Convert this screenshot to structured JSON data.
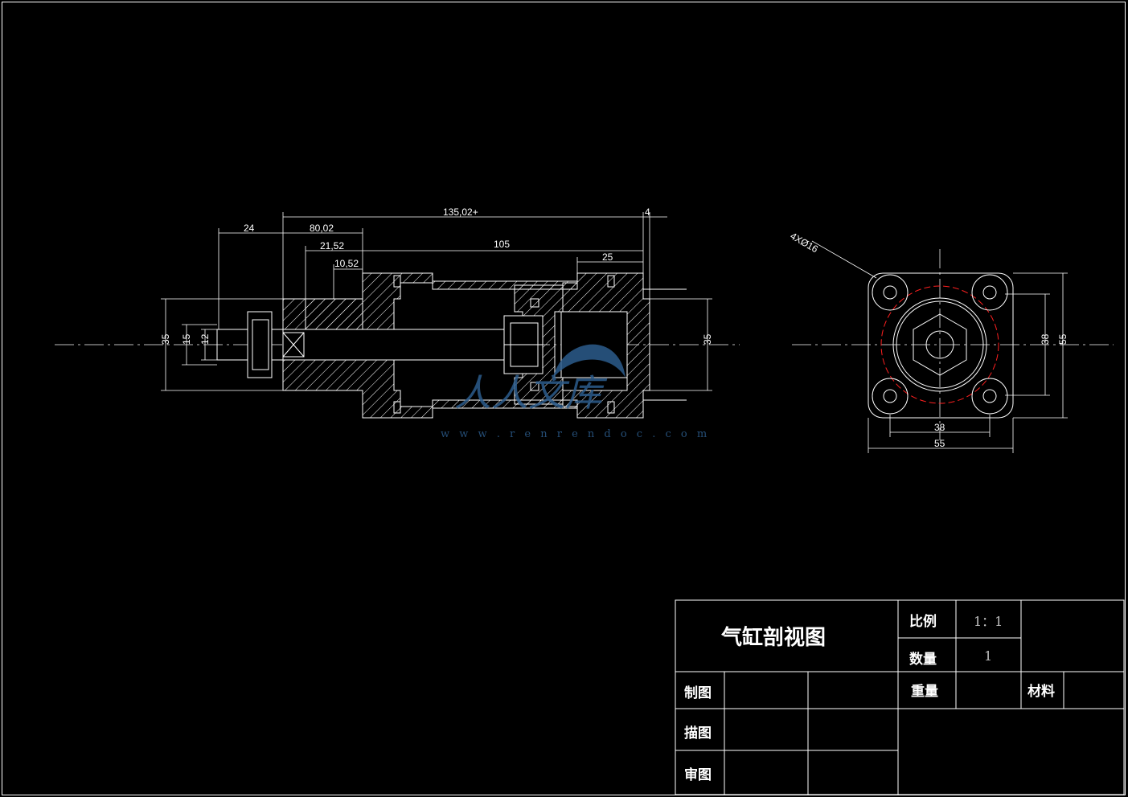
{
  "drawing": {
    "dimensions": {
      "total": "135,02+",
      "end_gap": "4",
      "rod_out": "24",
      "head_len": "80,02",
      "seal_a": "21,52",
      "seal_b": "10,52",
      "bore_len": "105",
      "cap_len": "25",
      "left_h": "35",
      "thread_a": "15",
      "thread_b": "12",
      "right_h": "35",
      "holes": "4XØ16",
      "ev_inner_h": "38",
      "ev_outer_h": "55",
      "ev_inner_w": "38",
      "ev_outer_w": "55"
    },
    "watermark": {
      "logo_text": "人人文库",
      "url": "w w w . r e n r e n d o c . c o m"
    }
  },
  "title_block": {
    "title": "气缸剖视图",
    "scale_label": "比例",
    "scale_value": "1：1",
    "qty_label": "数量",
    "qty_value": "1",
    "drawn_label": "制图",
    "weight_label": "重量",
    "material_label": "材料",
    "traced_label": "描图",
    "checked_label": "审图"
  },
  "colors": {
    "line": "#ffffff",
    "accent": "#ff2020",
    "watermark": "#2c5c8c"
  }
}
